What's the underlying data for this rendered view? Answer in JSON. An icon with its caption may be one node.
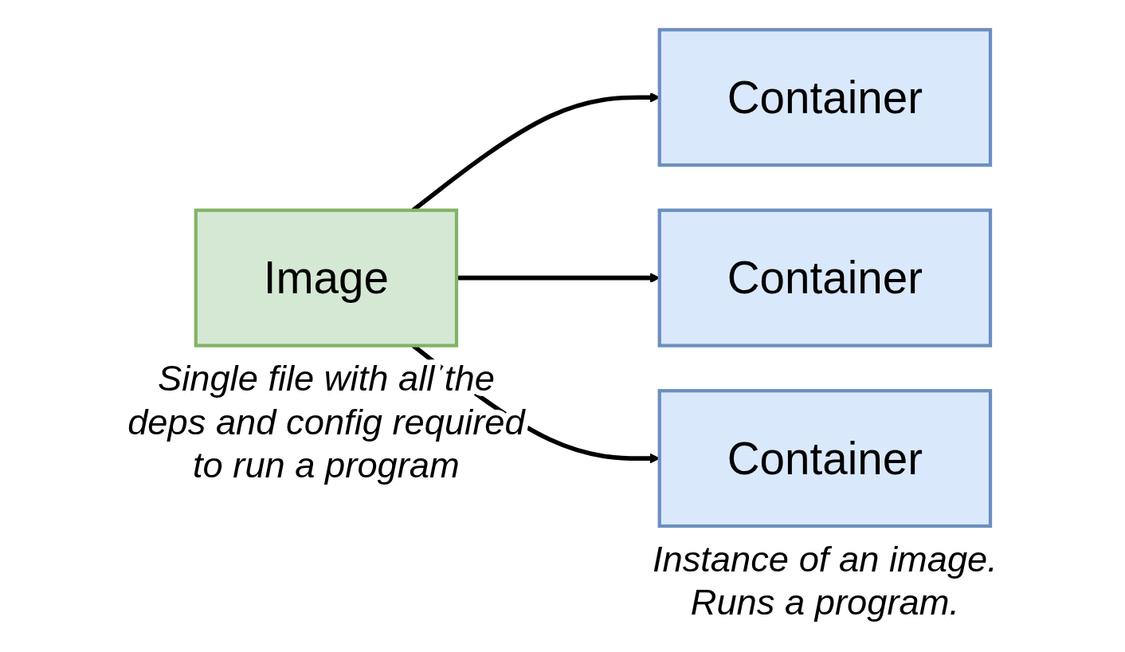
{
  "diagram": {
    "nodes": [
      {
        "text": [
          "Image"
        ],
        "beside": [
          "Single file with all the deps and config required to run a program"
        ]
      },
      {
        "text": [
          "Container"
        ]
      },
      {
        "text": [
          "Container"
        ]
      },
      {
        "text": [
          "Container"
        ],
        "beside": [
          "Instance of an image. Runs a program."
        ]
      }
    ],
    "edges": [
      {
        "from": 0,
        "to": 1,
        "arrow": "to"
      },
      {
        "from": 0,
        "to": 2,
        "arrow": "to"
      },
      {
        "from": 0,
        "to": 3,
        "arrow": "to"
      }
    ]
  }
}
